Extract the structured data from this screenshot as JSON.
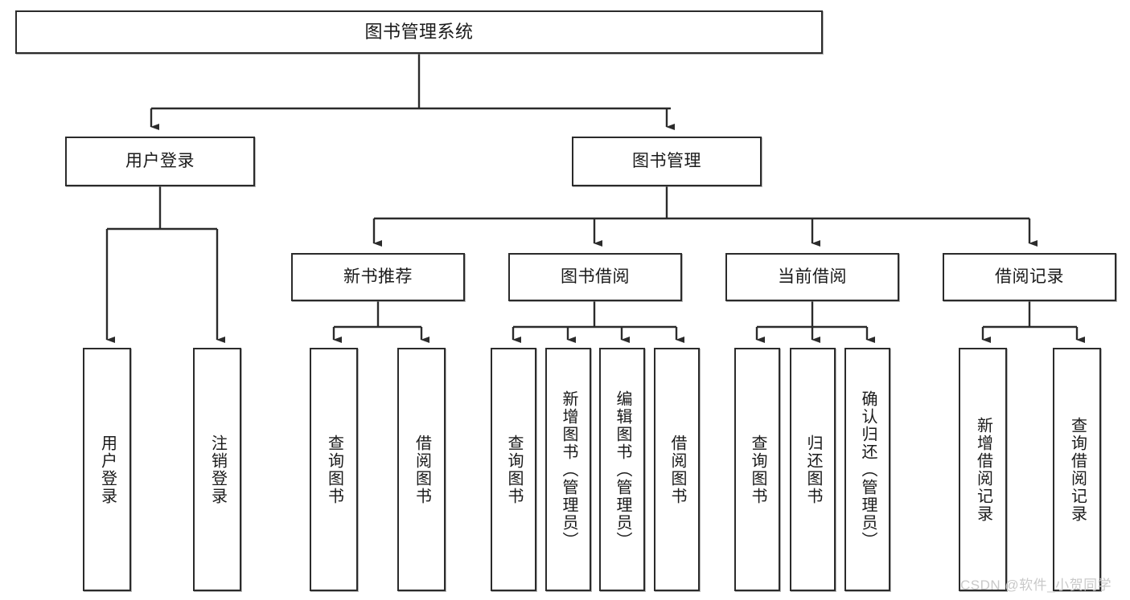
{
  "diagram": {
    "title": "图书管理系统",
    "type": "hierarchy-tree",
    "root": {
      "label": "图书管理系统"
    },
    "level1": [
      {
        "label": "用户登录"
      },
      {
        "label": "图书管理"
      }
    ],
    "level2": [
      {
        "label": "新书推荐"
      },
      {
        "label": "图书借阅"
      },
      {
        "label": "当前借阅"
      },
      {
        "label": "借阅记录"
      }
    ],
    "leaves": {
      "user_login": [
        {
          "label": "用户登录"
        },
        {
          "label": "注销登录"
        }
      ],
      "new_book_recommend": [
        {
          "label": "查询图书"
        },
        {
          "label": "借阅图书"
        }
      ],
      "book_borrow": [
        {
          "label": "查询图书"
        },
        {
          "label": "新增图书（管理员）"
        },
        {
          "label": "编辑图书（管理员）"
        },
        {
          "label": "借阅图书"
        }
      ],
      "current_borrow": [
        {
          "label": "查询图书"
        },
        {
          "label": "归还图书"
        },
        {
          "label": "确认归还（管理员）"
        }
      ],
      "borrow_record": [
        {
          "label": "新增借阅记录"
        },
        {
          "label": "查询借阅记录"
        }
      ]
    }
  },
  "watermark": {
    "text": "CSDN @软件_小贺同学"
  },
  "colors": {
    "stroke": "#2b2b2b",
    "fill": "#ffffff",
    "text": "#1a1a1a",
    "watermark": "#c9c9c9"
  }
}
